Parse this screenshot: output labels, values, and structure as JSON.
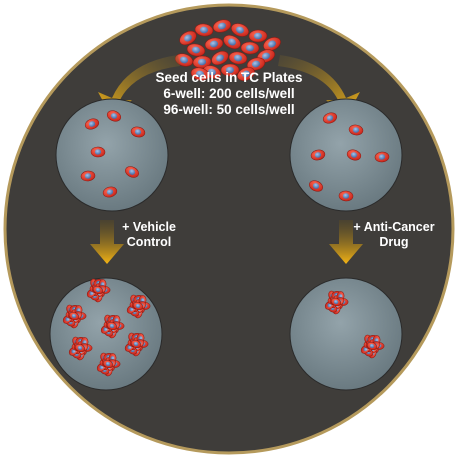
{
  "seed_text": {
    "line1": "Seed cells in TC Plates",
    "line2": "6-well: 200 cells/well",
    "line3": "96-well: 50 cells/well"
  },
  "vehicle_text": {
    "line1": "+ Vehicle",
    "line2": "Control"
  },
  "drug_text": {
    "line1": "+ Anti-Cancer",
    "line2": "Drug"
  },
  "colors": {
    "background_disc": "#3f3d3a",
    "disc_border": "#b59a5c",
    "plate_fill": "#7d8c93",
    "cell_red": "#e23b2f",
    "nucleus_blue": "#5b7fb3",
    "arrow_gold": "#f2b21a"
  }
}
